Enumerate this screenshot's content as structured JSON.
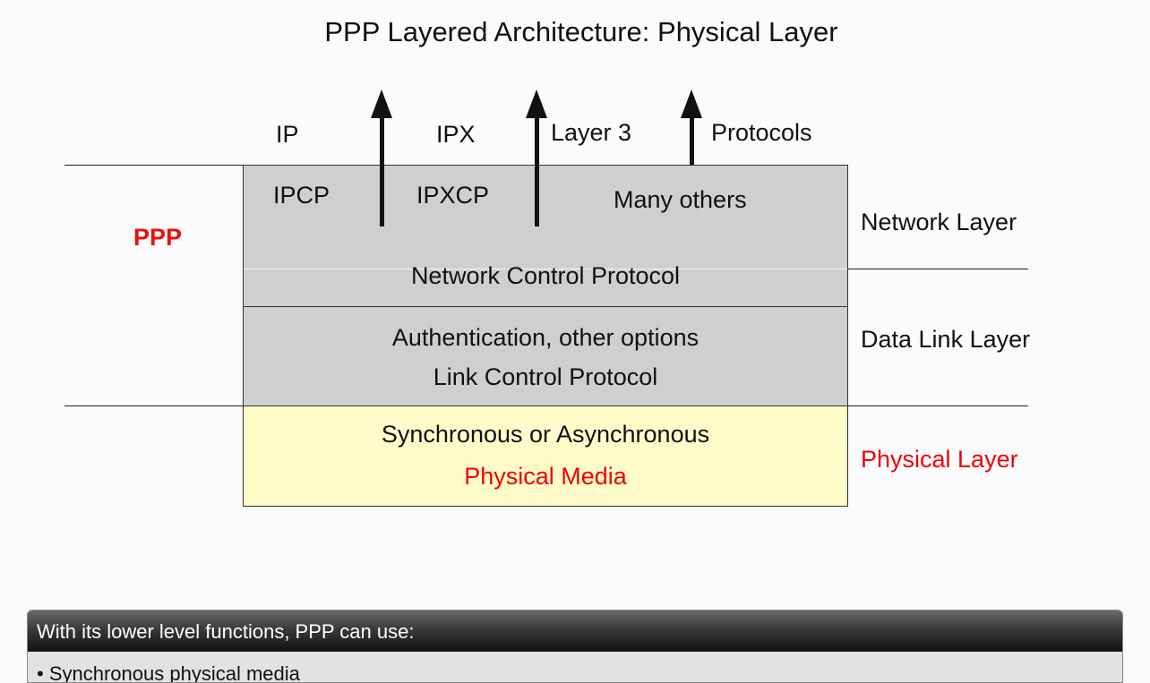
{
  "title": "PPP Layered Architecture: Physical Layer",
  "ppp_label": "PPP",
  "top_labels": {
    "ip": "IP",
    "ipx": "IPX",
    "layer3": "Layer 3",
    "protocols": "Protocols"
  },
  "ncp_box": {
    "ipcp": "IPCP",
    "ipxcp": "IPXCP",
    "many_others": "Many others",
    "name": "Network Control Protocol"
  },
  "lcp_box": {
    "line1": "Authentication, other options",
    "line2": "Link Control Protocol"
  },
  "physical_box": {
    "line1": "Synchronous or Asynchronous",
    "line2": "Physical Media"
  },
  "layers": {
    "network": "Network Layer",
    "data_link": "Data Link Layer",
    "physical": "Physical Layer"
  },
  "colors": {
    "highlight_red": "#f20000",
    "gray_box": "#cfcfcf",
    "yellow_box": "#fdfcc9"
  },
  "info": {
    "header": "With its lower level functions, PPP can use:",
    "items": [
      "Synchronous physical media"
    ]
  }
}
